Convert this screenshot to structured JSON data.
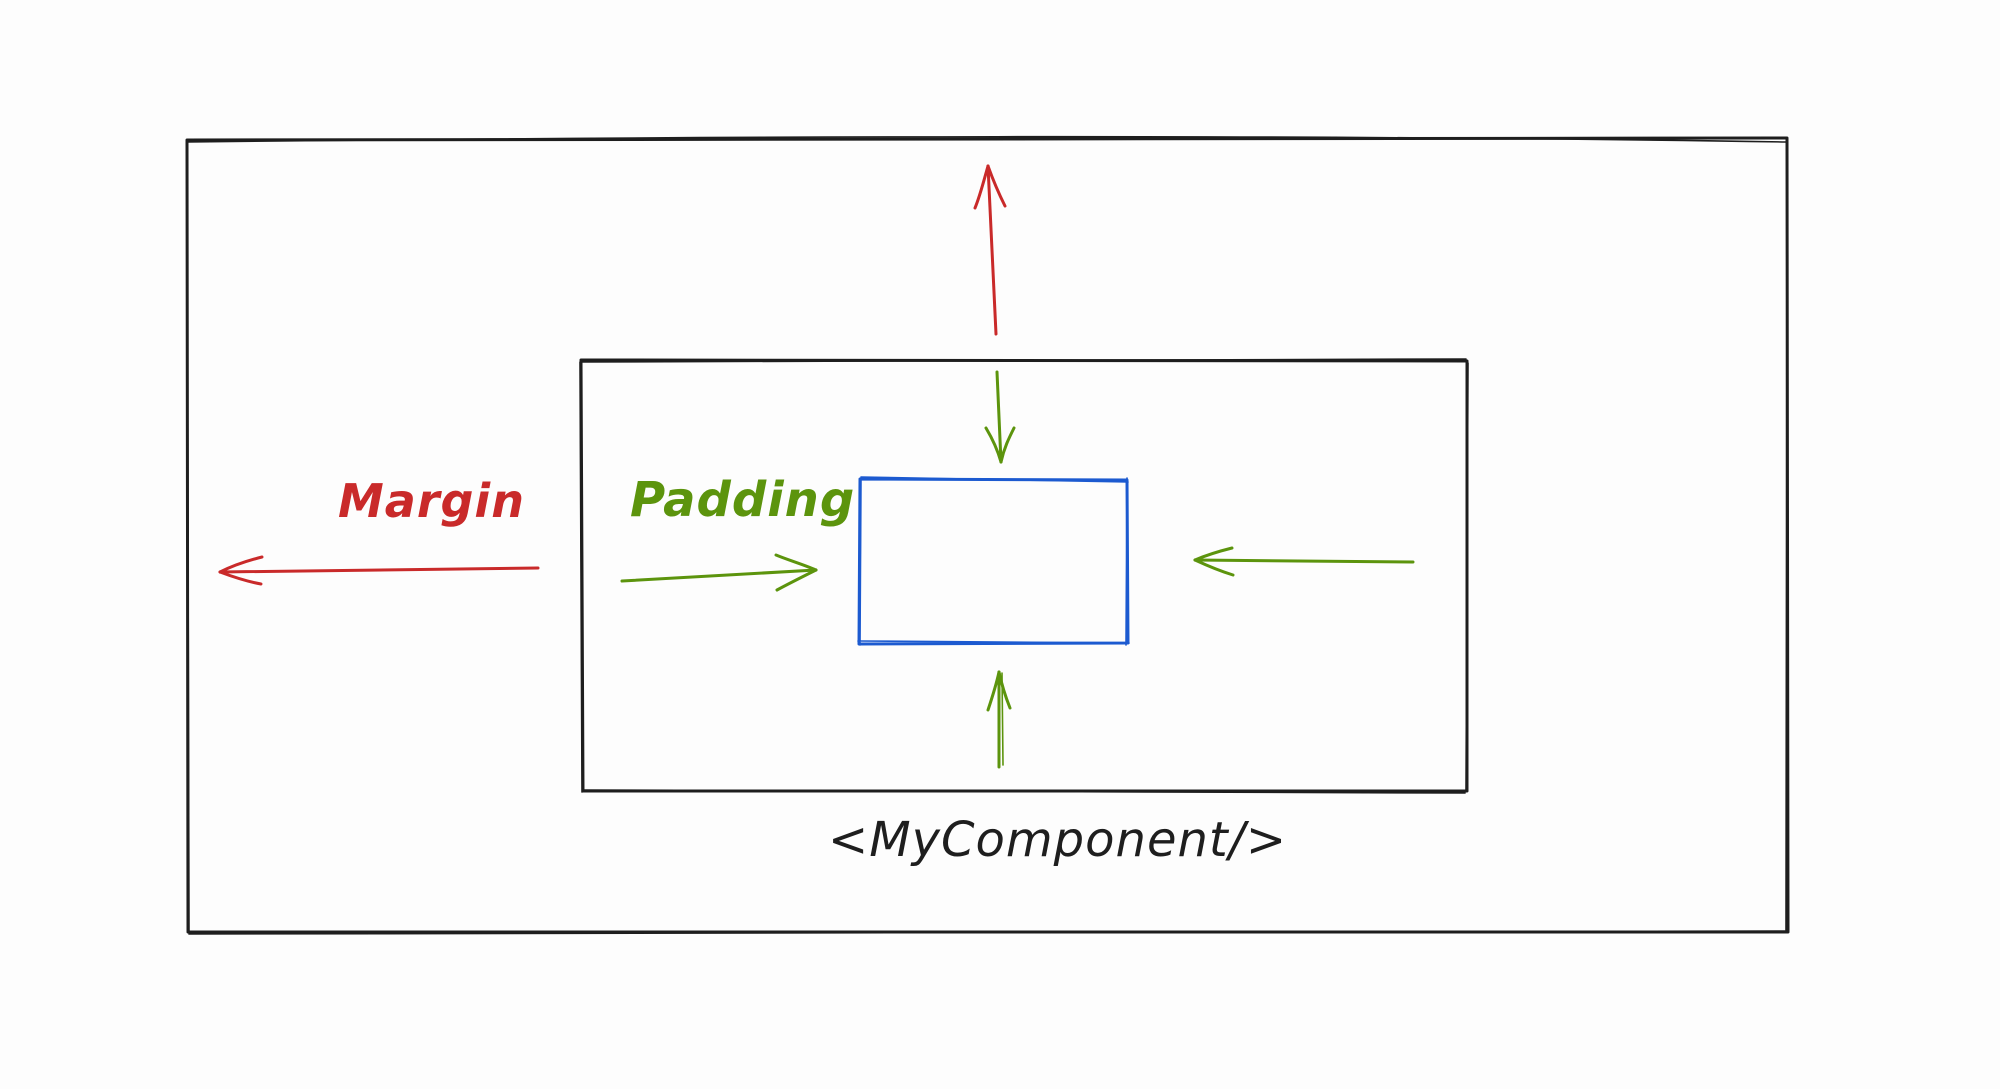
{
  "labels": {
    "margin": "Margin",
    "padding": "Padding",
    "component": "<MyComponent/>"
  },
  "colors": {
    "background": "#fdfdfd",
    "outline": "#1e1e1e",
    "margin": "#c92a2a",
    "padding": "#5c940d",
    "content": "#1c5ad0"
  }
}
